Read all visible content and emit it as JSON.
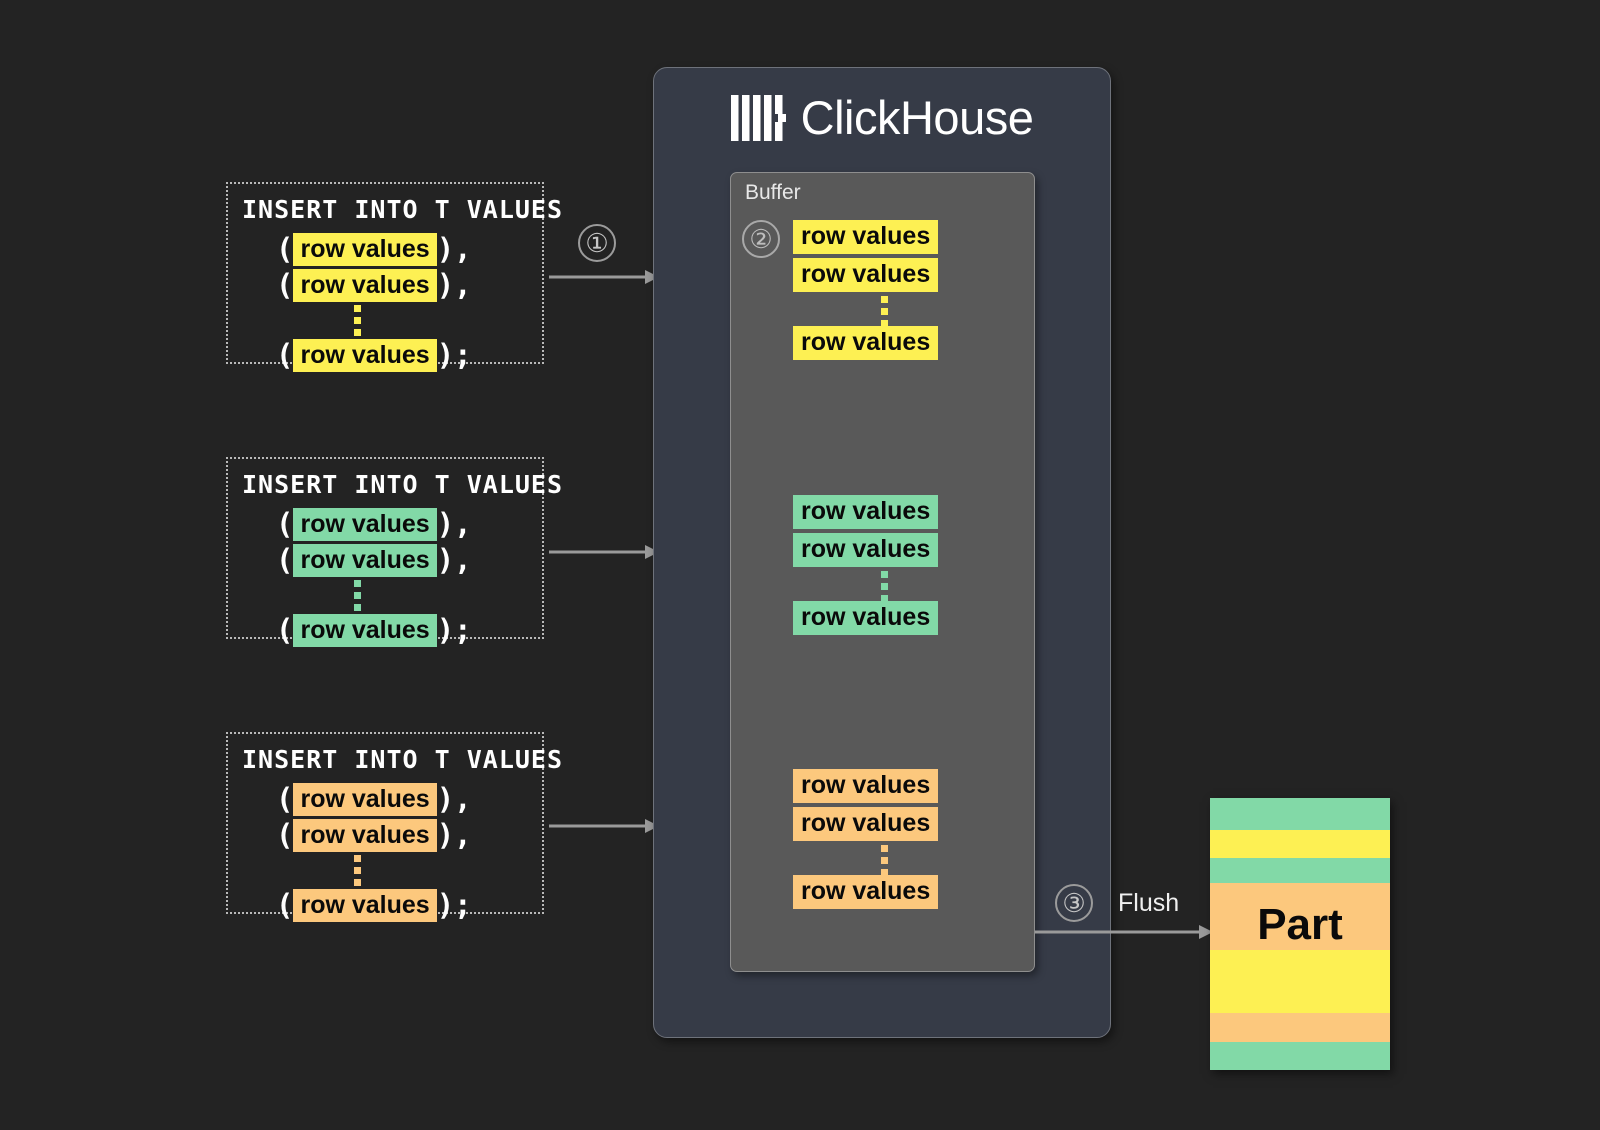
{
  "diagram": {
    "title": "ClickHouse insert buffering and flush to part",
    "background_color": "#232323"
  },
  "colors": {
    "yellow": "#fdf053",
    "green": "#82d9a7",
    "orange": "#fcc87d",
    "panel": "#363b47",
    "buffer_panel": "#595959",
    "text": "#ffffff"
  },
  "clickhouse": {
    "name": "ClickHouse",
    "logo_icon": "clickhouse-bars-icon",
    "buffer": {
      "label": "Buffer",
      "step_number": "②",
      "groups": [
        {
          "color_name": "yellow",
          "rows": [
            "row values",
            "row values",
            "row values"
          ],
          "ellipsis": "vertical-dots"
        },
        {
          "color_name": "green",
          "rows": [
            "row values",
            "row values",
            "row values"
          ],
          "ellipsis": "vertical-dots"
        },
        {
          "color_name": "orange",
          "rows": [
            "row values",
            "row values",
            "row values"
          ],
          "ellipsis": "vertical-dots"
        }
      ]
    }
  },
  "inserts": [
    {
      "color_name": "yellow",
      "header": "INSERT INTO T VALUES",
      "lines": [
        {
          "open": "(",
          "value": "row values",
          "close": "),"
        },
        {
          "open": "(",
          "value": "row values",
          "close": "),"
        },
        {
          "open": "(",
          "value": "row values",
          "close": ");"
        }
      ],
      "ellipsis": "vertical-dots"
    },
    {
      "color_name": "green",
      "header": "INSERT INTO T VALUES",
      "lines": [
        {
          "open": "(",
          "value": "row values",
          "close": "),"
        },
        {
          "open": "(",
          "value": "row values",
          "close": "),"
        },
        {
          "open": "(",
          "value": "row values",
          "close": ");"
        }
      ],
      "ellipsis": "vertical-dots"
    },
    {
      "color_name": "orange",
      "header": "INSERT INTO T VALUES",
      "lines": [
        {
          "open": "(",
          "value": "row values",
          "close": "),"
        },
        {
          "open": "(",
          "value": "row values",
          "close": "),"
        },
        {
          "open": "(",
          "value": "row values",
          "close": ");"
        }
      ],
      "ellipsis": "vertical-dots"
    }
  ],
  "steps": {
    "one": "①",
    "two": "②",
    "three": "③"
  },
  "flush": {
    "label": "Flush"
  },
  "part": {
    "label": "Part",
    "stripes": [
      {
        "color_name": "green",
        "color": "#82d9a7",
        "height": 32
      },
      {
        "color_name": "yellow",
        "color": "#fdf053",
        "height": 28
      },
      {
        "color_name": "green",
        "color": "#82d9a7",
        "height": 25
      },
      {
        "color_name": "orange",
        "color": "#fcc87d",
        "height": 67
      },
      {
        "color_name": "yellow",
        "color": "#fdf053",
        "height": 63
      },
      {
        "color_name": "orange",
        "color": "#fcc87d",
        "height": 29
      },
      {
        "color_name": "green",
        "color": "#82d9a7",
        "height": 28
      }
    ]
  }
}
